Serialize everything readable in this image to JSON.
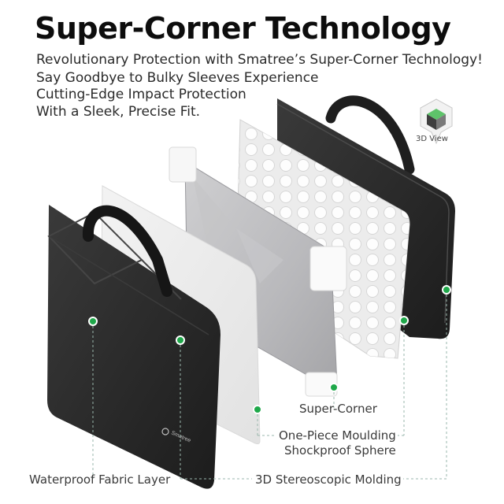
{
  "title": "Super-Corner Technology",
  "description": [
    "Revolutionary Protection with Smatree’s Super-Corner Technology!",
    "Say Goodbye to Bulky Sleeves Experience",
    "Cutting-Edge Impact Protection",
    "With a Sleek, Precise Fit."
  ],
  "view_3d": {
    "label": "3D View",
    "icon": "cube-3d-icon"
  },
  "brand_logo_text": "Smatree",
  "layers": [
    {
      "label": "Super-Corner"
    },
    {
      "label_line1": "One-Piece Moulding",
      "label_line2": "Shockproof Sphere"
    },
    {
      "label": "Waterproof Fabric Layer"
    },
    {
      "label": "3D Stereoscopic Molding"
    }
  ],
  "colors": {
    "marker": "#1fa84a",
    "bag": "#2b2b2b",
    "leader": "#9ab7ac"
  }
}
